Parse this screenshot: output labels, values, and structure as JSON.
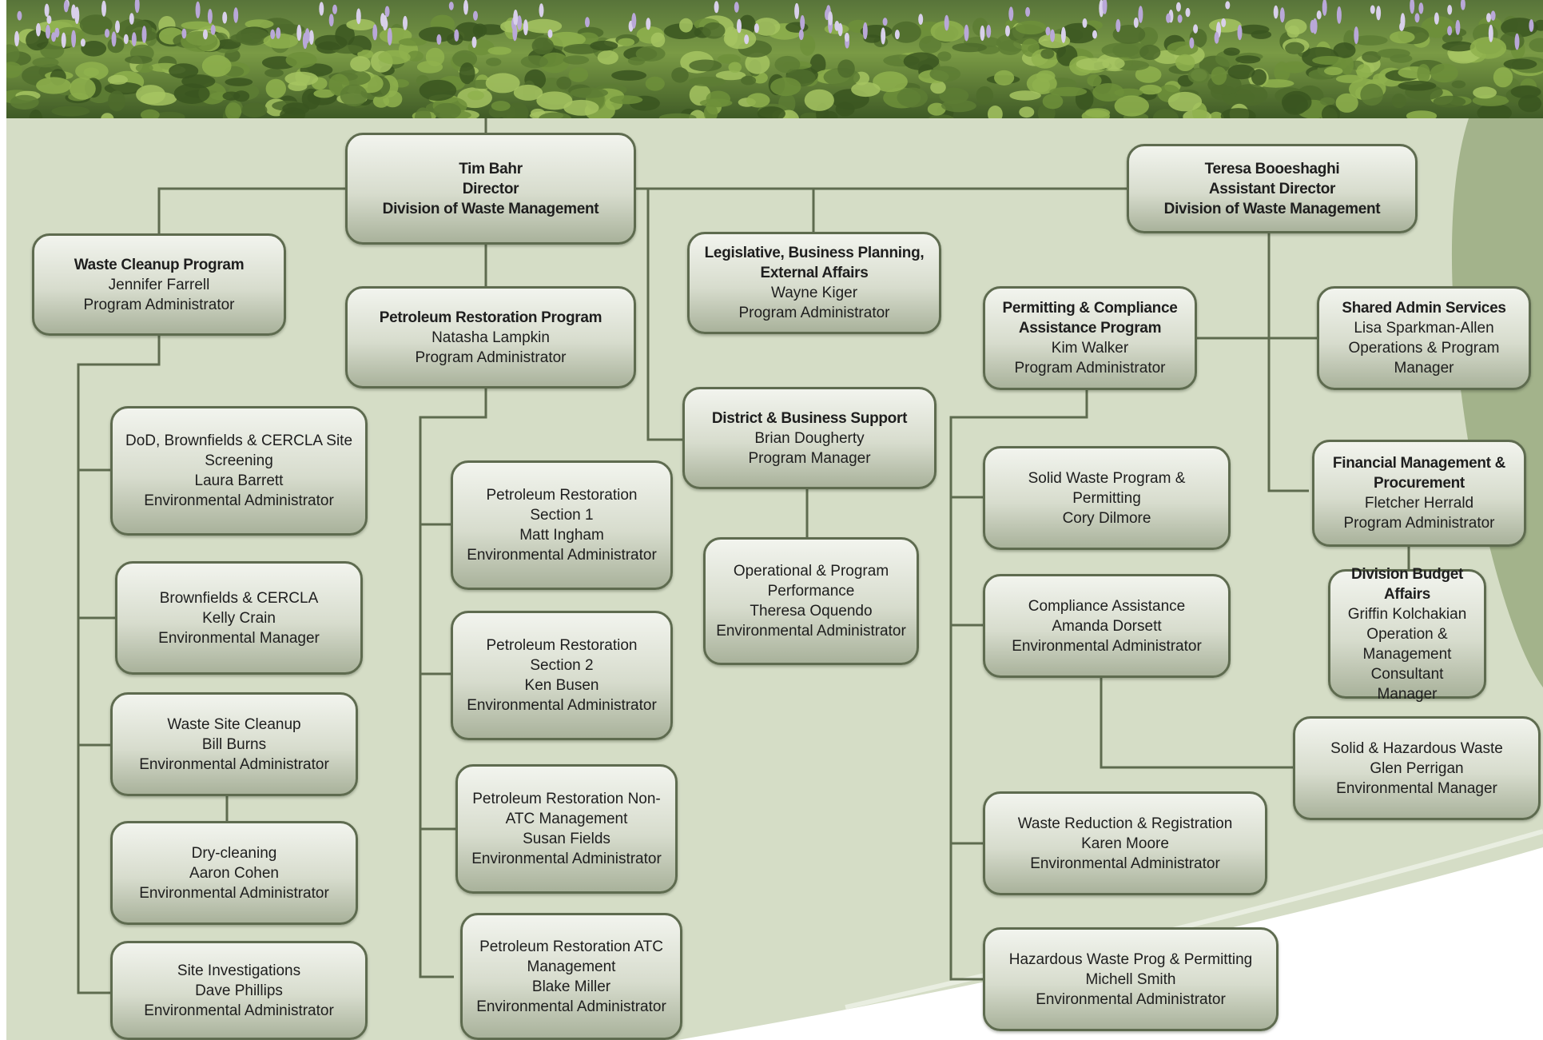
{
  "nodes": {
    "director": {
      "title": "Tim Bahr",
      "name": "Director",
      "role": "Division of Waste Management"
    },
    "asst_director": {
      "title": "Teresa Booeshaghi",
      "name": "Assistant Director",
      "role": "Division of Waste Management"
    },
    "waste_cleanup": {
      "title": "Waste Cleanup Program",
      "name": "Jennifer Farrell",
      "role": "Program Administrator"
    },
    "petroleum": {
      "title": "Petroleum Restoration Program",
      "name": "Natasha Lampkin",
      "role": "Program Administrator"
    },
    "legislative": {
      "title": "Legislative, Business Planning, External Affairs",
      "name": "Wayne Kiger",
      "role": "Program Administrator"
    },
    "district": {
      "title": "District & Business Support",
      "name": "Brian Dougherty",
      "role": "Program Manager"
    },
    "operational": {
      "title": "Operational & Program Performance",
      "name": "Theresa Oquendo",
      "role": "Environmental Administrator"
    },
    "permitting": {
      "title": "Permitting & Compliance Assistance Program",
      "name": "Kim Walker",
      "role": "Program Administrator"
    },
    "shared_admin": {
      "title": "Shared Admin Services",
      "name": "Lisa Sparkman-Allen",
      "role": "Operations & Program Manager"
    },
    "financial": {
      "title": "Financial Management & Procurement",
      "name": "Fletcher Herrald",
      "role": "Program Administrator"
    },
    "budget": {
      "title": "Division Budget Affairs",
      "name": "Griffin Kolchakian",
      "role": "Operation & Management Consultant Manager"
    },
    "dod": {
      "title": "DoD, Brownfields & CERCLA Site Screening",
      "name": "Laura Barrett",
      "role": "Environmental Administrator"
    },
    "brownfields": {
      "title": "Brownfields & CERCLA",
      "name": "Kelly Crain",
      "role": "Environmental Manager"
    },
    "waste_site": {
      "title": "Waste Site Cleanup",
      "name": "Bill Burns",
      "role": "Environmental Administrator"
    },
    "drycleaning": {
      "title": "Dry-cleaning",
      "name": "Aaron Cohen",
      "role": "Environmental Administrator"
    },
    "site_invest": {
      "title": "Site Investigations",
      "name": "Dave Phillips",
      "role": "Environmental Administrator"
    },
    "pr_section1": {
      "title": "Petroleum Restoration Section 1",
      "name": "Matt Ingham",
      "role": "Environmental Administrator"
    },
    "pr_section2": {
      "title": "Petroleum Restoration Section 2",
      "name": "Ken Busen",
      "role": "Environmental Administrator"
    },
    "pr_non_atc": {
      "title": "Petroleum Restoration Non-ATC Management",
      "name": "Susan Fields",
      "role": "Environmental Administrator"
    },
    "pr_atc": {
      "title": "Petroleum Restoration ATC Management",
      "name": "Blake Miller",
      "role": "Environmental Administrator"
    },
    "solid_waste": {
      "title": "Solid Waste Program & Permitting",
      "name": "Cory Dilmore",
      "role": ""
    },
    "compliance": {
      "title": "Compliance Assistance",
      "name": "Amanda Dorsett",
      "role": "Environmental Administrator"
    },
    "solid_haz": {
      "title": "Solid & Hazardous Waste",
      "name": "Glen Perrigan",
      "role": "Environmental Manager"
    },
    "waste_reduction": {
      "title": "Waste Reduction & Registration",
      "name": "Karen Moore",
      "role": "Environmental Administrator"
    },
    "hazardous": {
      "title": "Hazardous Waste Prog & Permitting",
      "name": "Michell Smith",
      "role": "Environmental Administrator"
    }
  },
  "colors": {
    "background": "#d5ddc6",
    "panel_dark": "#9cad84",
    "connector": "#5e6b4f",
    "box_border": "#5e6b4f"
  },
  "banner": {
    "description_icon": "foliage-banner"
  }
}
